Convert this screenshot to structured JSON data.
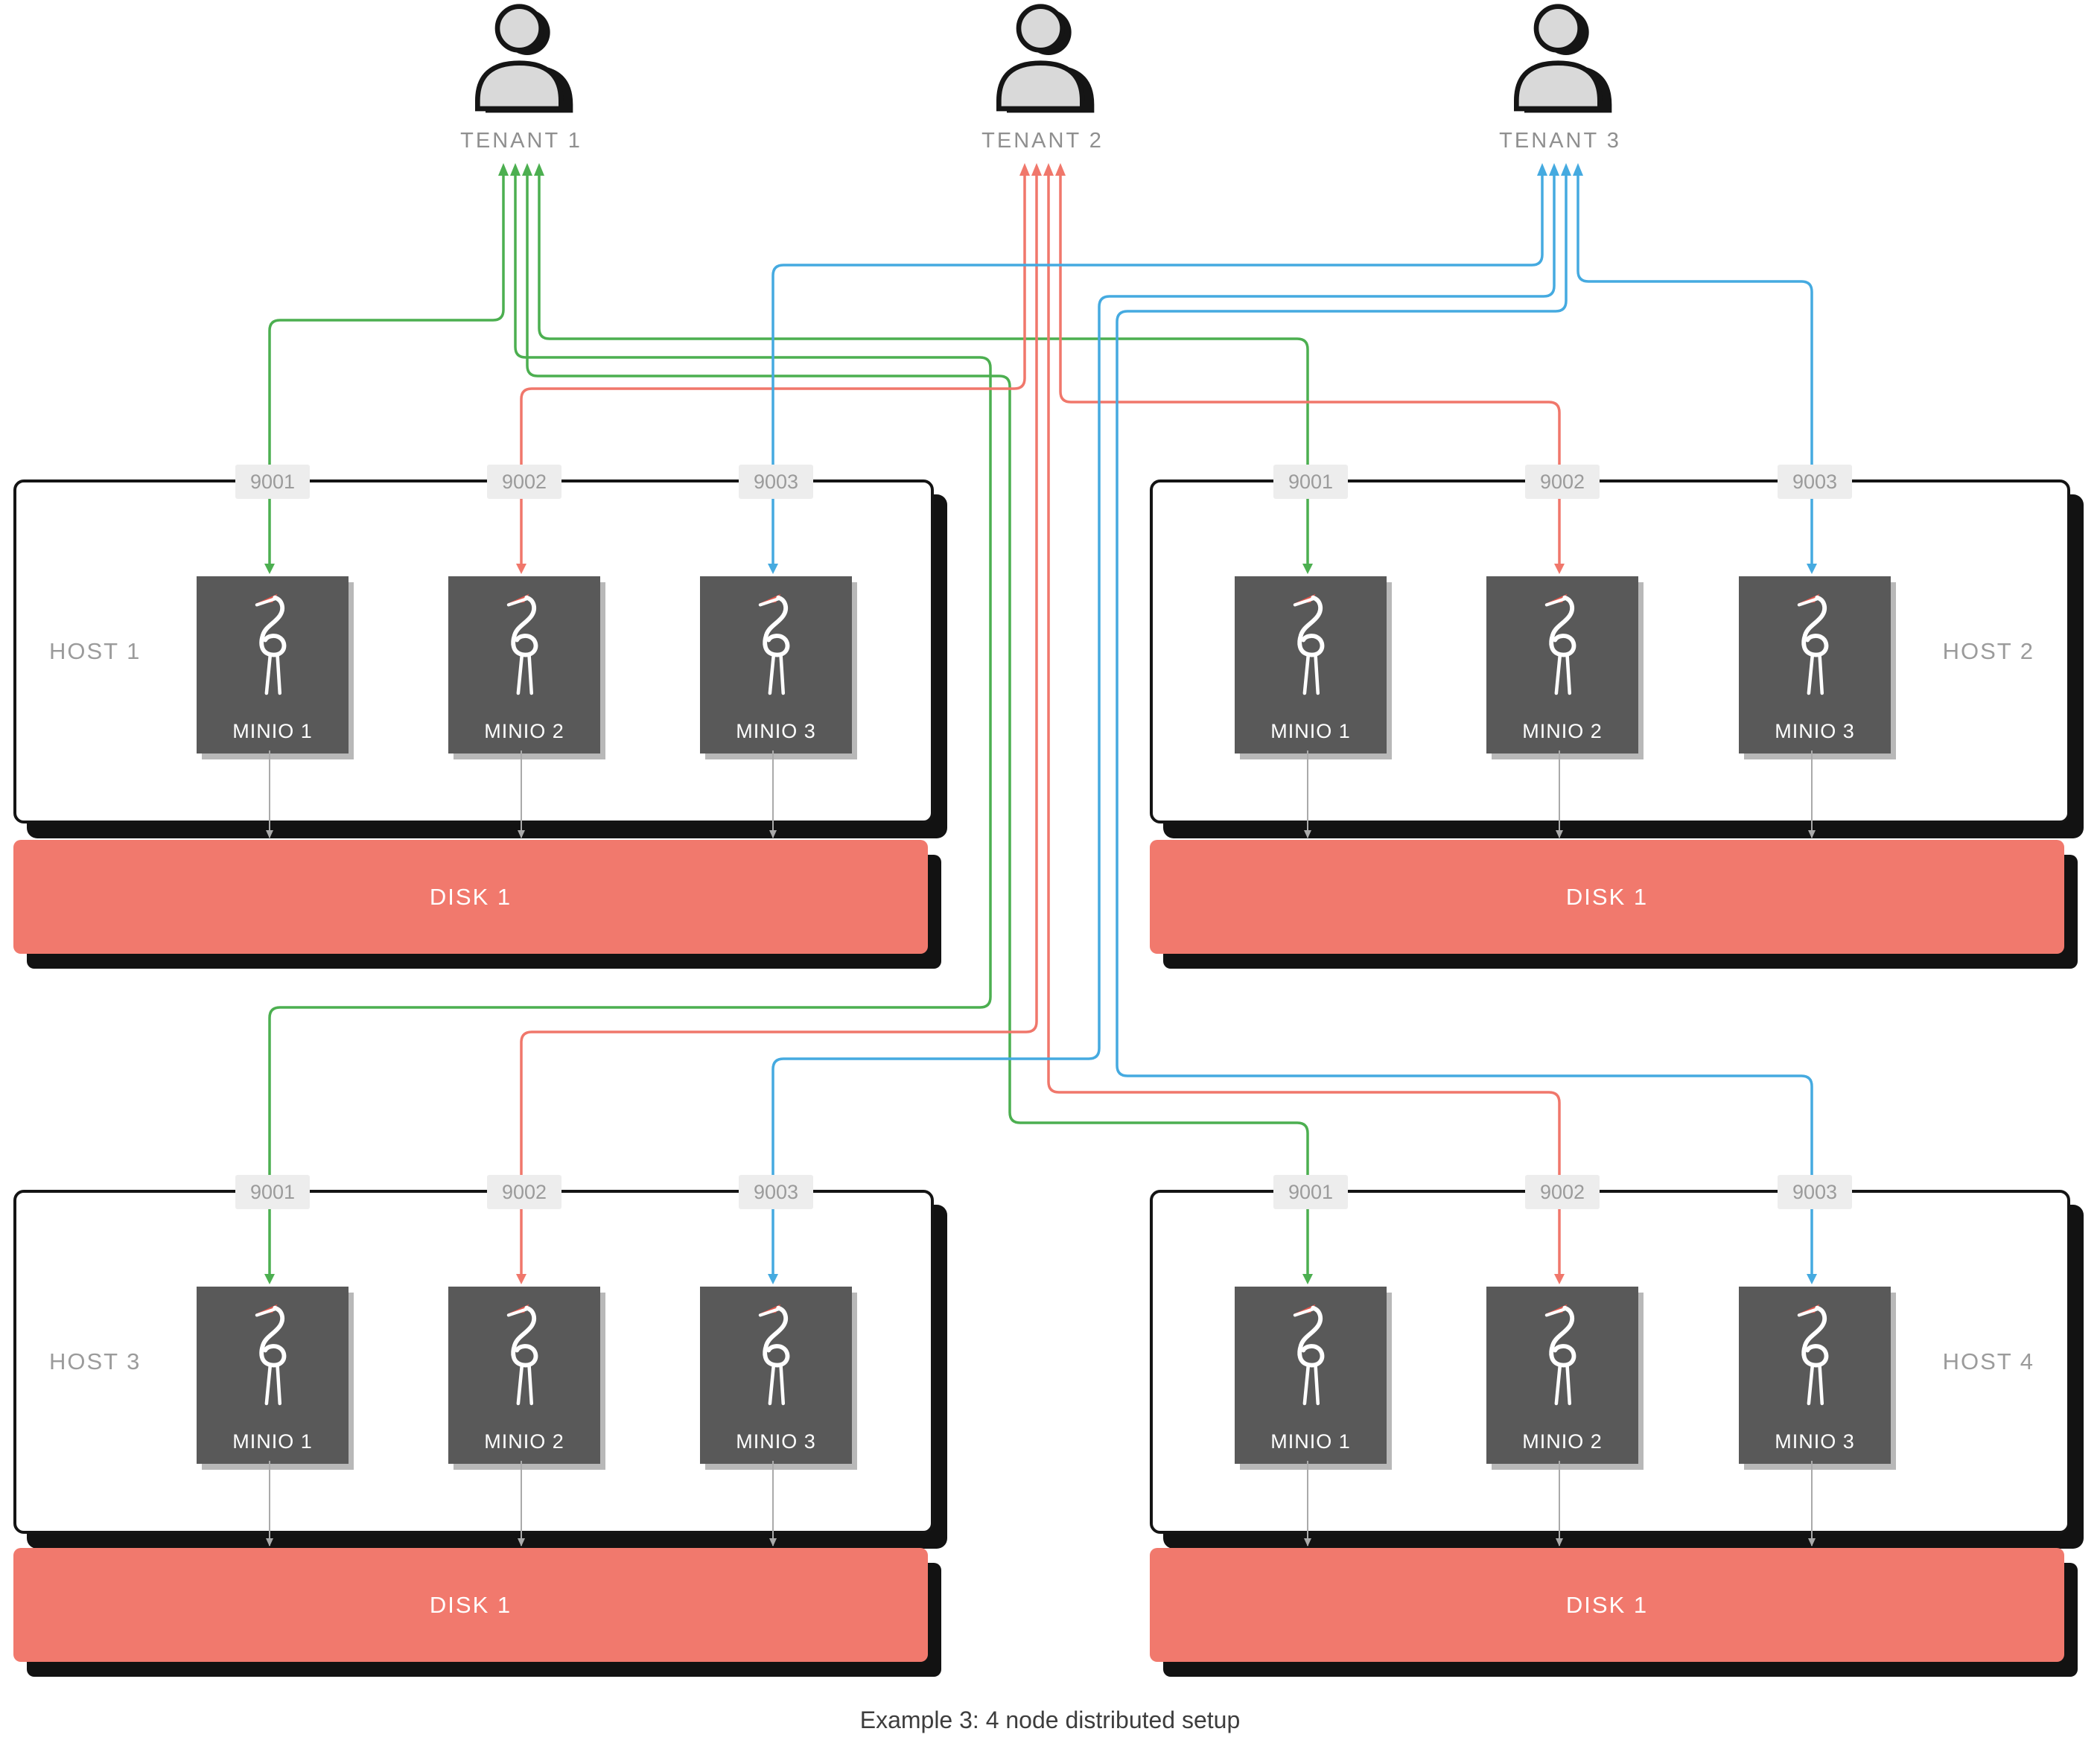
{
  "caption": "Example 3: 4 node distributed setup",
  "colors": {
    "disk": "#f1796d",
    "node": "#595959",
    "badge_bg": "#ededed",
    "badge_text": "#9b9b9b",
    "wire_gray": "#aaaaaa"
  },
  "tenants": [
    {
      "label": "TENANT 1",
      "color": "#4caf50"
    },
    {
      "label": "TENANT 2",
      "color": "#f0776b"
    },
    {
      "label": "TENANT 3",
      "color": "#45aae0"
    }
  ],
  "hosts": [
    {
      "label": "HOST 1",
      "ports": [
        "9001",
        "9002",
        "9003"
      ],
      "nodes": [
        "MINIO 1",
        "MINIO 2",
        "MINIO 3"
      ],
      "disk": "DISK 1"
    },
    {
      "label": "HOST 2",
      "ports": [
        "9001",
        "9002",
        "9003"
      ],
      "nodes": [
        "MINIO 1",
        "MINIO 2",
        "MINIO 3"
      ],
      "disk": "DISK 1"
    },
    {
      "label": "HOST 3",
      "ports": [
        "9001",
        "9002",
        "9003"
      ],
      "nodes": [
        "MINIO 1",
        "MINIO 2",
        "MINIO 3"
      ],
      "disk": "DISK 1"
    },
    {
      "label": "HOST 4",
      "ports": [
        "9001",
        "9002",
        "9003"
      ],
      "nodes": [
        "MINIO 1",
        "MINIO 2",
        "MINIO 3"
      ],
      "disk": "DISK 1"
    }
  ],
  "connections": [
    {
      "tenant": 0,
      "host": 0,
      "port": 0
    },
    {
      "tenant": 0,
      "host": 1,
      "port": 0
    },
    {
      "tenant": 0,
      "host": 2,
      "port": 0
    },
    {
      "tenant": 0,
      "host": 3,
      "port": 0
    },
    {
      "tenant": 1,
      "host": 0,
      "port": 1
    },
    {
      "tenant": 1,
      "host": 1,
      "port": 1
    },
    {
      "tenant": 1,
      "host": 2,
      "port": 1
    },
    {
      "tenant": 1,
      "host": 3,
      "port": 1
    },
    {
      "tenant": 2,
      "host": 0,
      "port": 2
    },
    {
      "tenant": 2,
      "host": 1,
      "port": 2
    },
    {
      "tenant": 2,
      "host": 2,
      "port": 2
    },
    {
      "tenant": 2,
      "host": 3,
      "port": 2
    }
  ]
}
